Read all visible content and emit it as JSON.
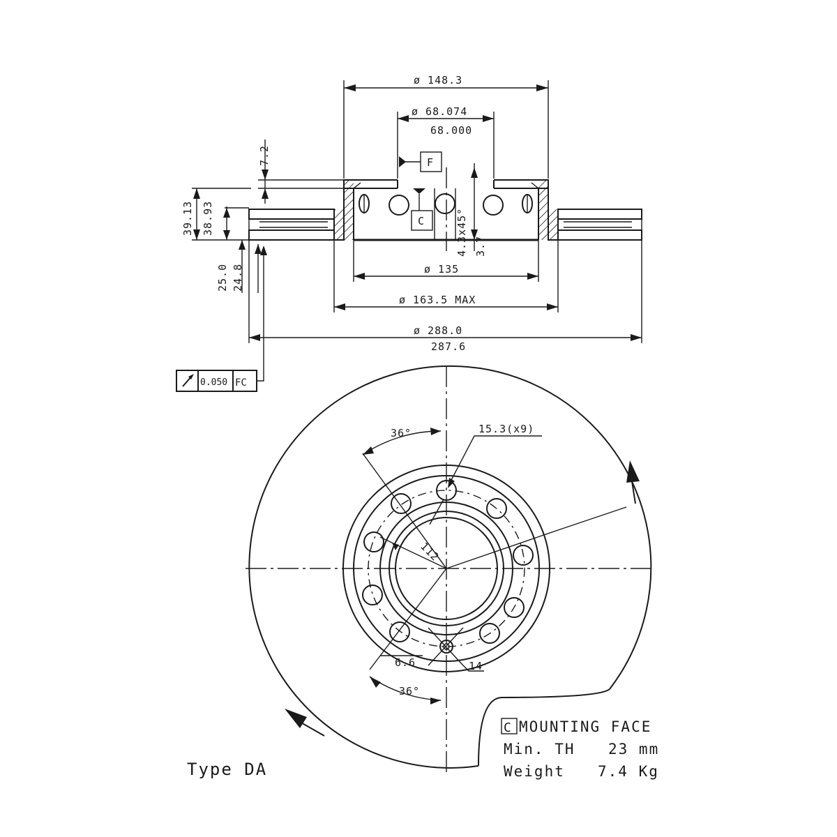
{
  "dimensions": {
    "d_148_3": "ø 148.3",
    "d_68_074": "ø 68.074",
    "d_68_000": "68.000",
    "d_7_2": "7.2",
    "d_39_13": "39.13",
    "d_38_93": "38.93",
    "d_4_3x45": "4.3x45°",
    "d_3_7": "3.7",
    "d_135": "ø 135",
    "d_163_5": "ø 163.5 MAX",
    "d_25_0": "25.0",
    "d_24_8": "24.8",
    "d_288_0": "ø 288.0",
    "d_287_6": "287.6",
    "d_36_top": "36°",
    "d_36_bottom": "36°",
    "d_15_3": "15.3(x9)",
    "d_112": "112",
    "d_6_6": "6.6",
    "d_14": "14"
  },
  "datums": {
    "f": "F",
    "c": "C"
  },
  "tolerance": {
    "value": "0.050",
    "datum": "FC"
  },
  "notes": {
    "mounting_face_label": "C",
    "mounting_face": "MOUNTING FACE",
    "min_th_label": "Min. TH",
    "min_th_value": "23 mm",
    "weight_label": "Weight",
    "weight_value": "7.4 Kg",
    "type": "Type DA"
  }
}
